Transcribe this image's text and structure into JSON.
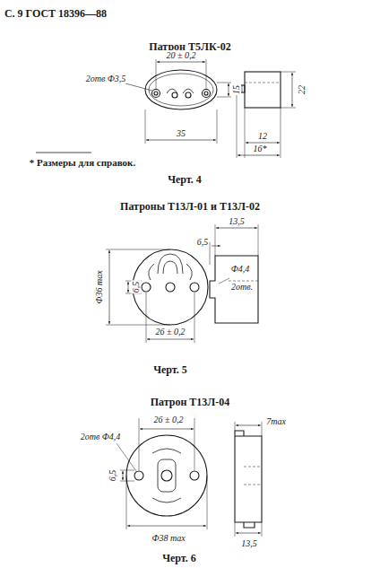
{
  "diagram": {
    "labels": [
      "С. 9 ГОСТ 18396—88",
      "Патрон Т5ЛК-02",
      "20 ± 0,2",
      "2отв Ф3,5",
      "15",
      "22",
      "35",
      "12",
      "16*",
      "* Размеры для справок.",
      "Черт. 4",
      "Патроны Т13Л-01 и Т13Л-02",
      "13,5",
      "6,5",
      "6,5",
      "Ф4,4",
      "2отв.",
      "Ф36 max",
      "26 ± 0,2",
      "Черт. 5",
      "Патрон Т13Л-04",
      "2отв Ф4,4",
      "26 ± 0,2",
      "7max",
      "6,5",
      "Ф38 max",
      "13,5",
      "Черт. 6"
    ]
  }
}
